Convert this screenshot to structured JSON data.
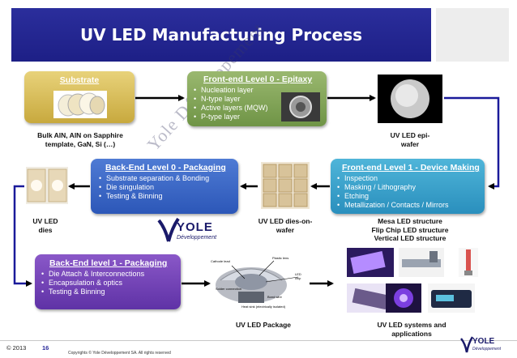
{
  "title": "UV LED Manufacturing Process",
  "boxes": {
    "substrate": {
      "title": "Substrate"
    },
    "fe0": {
      "title": "Front-end Level 0 - Epitaxy",
      "items": [
        "Nucleation  layer",
        "N-type layer",
        "Active layers (MQW)",
        "P-type layer"
      ]
    },
    "be0": {
      "title": "Back-End Level 0 - Packaging",
      "items": [
        "Substrate separation & Bonding",
        "Die singulation",
        "Testing & Binning"
      ]
    },
    "fe1": {
      "title": "Front-end Level 1 - Device Making",
      "items": [
        "Inspection",
        "Masking / Lithography",
        "Etching",
        "Metallization / Contacts / Mirrors"
      ]
    },
    "be1": {
      "title": "Back-End level 1 - Packaging",
      "items": [
        "Die Attach & Interconnections",
        "Encapsulation & optics",
        "Testing & Binning"
      ]
    }
  },
  "labels": {
    "substrate": [
      "Bulk AlN, AlN on Sapphire",
      "template, GaN, Si (…)"
    ],
    "epi": [
      "UV LED epi-",
      "wafer"
    ],
    "dies": [
      "UV LED",
      "dies"
    ],
    "dies_on_wafer": [
      "UV LED dies-on-",
      "wafer"
    ],
    "structures": [
      "Mesa LED structure",
      "Flip Chip LED structure",
      "Vertical LED structure"
    ],
    "package": [
      "UV LED Package"
    ],
    "systems": [
      "UV LED systems and",
      "applications"
    ]
  },
  "package_callouts": [
    "Cathode lead",
    "Plastic lens",
    "LED chip",
    "Solder connection",
    "Bond wire",
    "Heat sink (electrically isolated)"
  ],
  "watermark": "Yole Développement",
  "logo": {
    "main": "YOLE",
    "sub": "Développement"
  },
  "footer": {
    "year": "© 2013",
    "page": "16",
    "copyright": "Copyrights © Yole Développement SA. All rights reserved"
  },
  "colors": {
    "title_bg": "#1d1f86",
    "substrate": "#c8a93e",
    "fe0": "#6f9446",
    "be0": "#2c57b8",
    "fe1": "#2a8fbd",
    "be1": "#5f32a6"
  }
}
